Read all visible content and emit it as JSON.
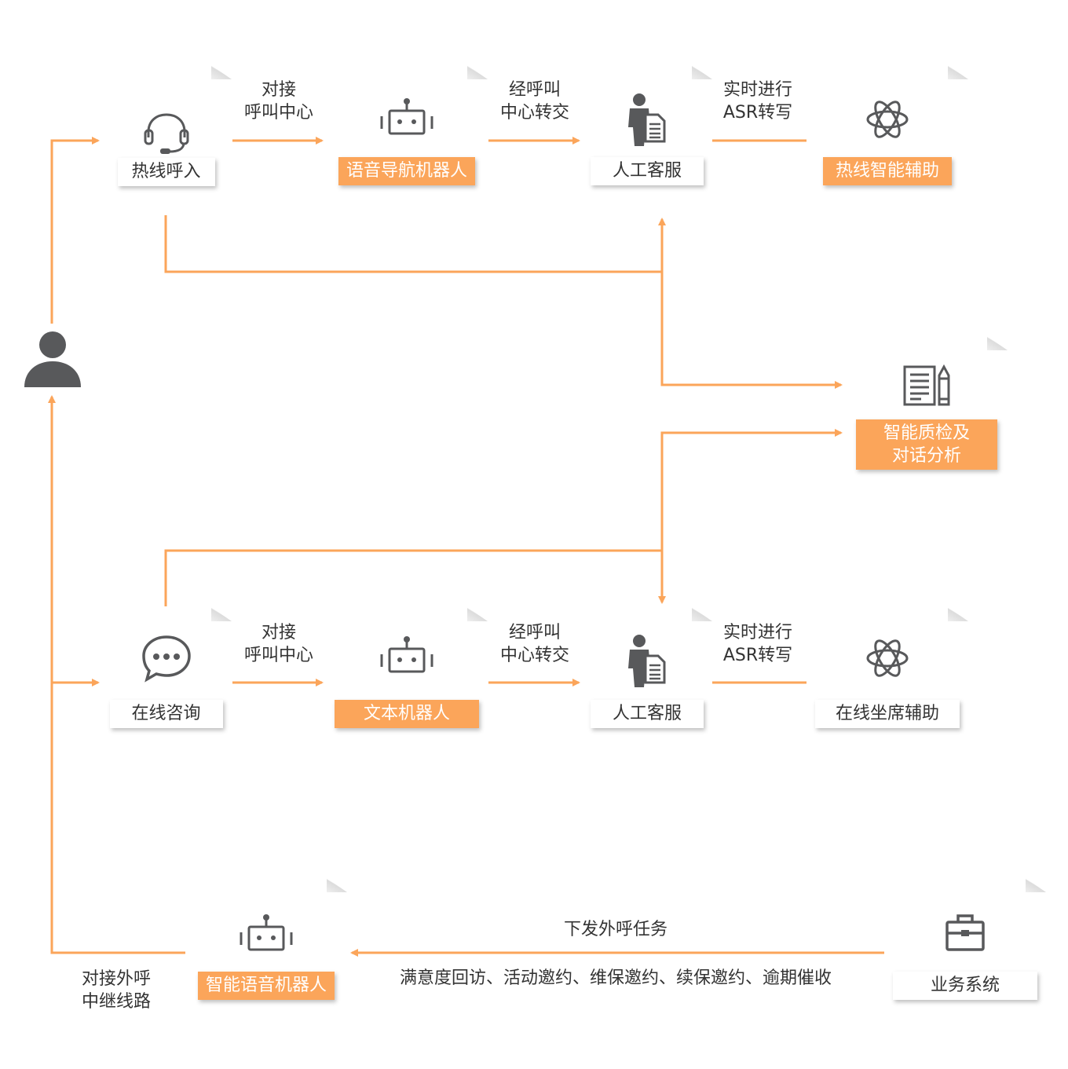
{
  "hotline_row": {
    "hotline_in": "热线呼入",
    "voice_nav_robot": "语音导航机器人",
    "agent": "人工客服",
    "hotline_assist": "热线智能辅助",
    "edge1": [
      "对接",
      "呼叫中心"
    ],
    "edge2": [
      "经呼叫",
      "中心转交"
    ],
    "edge3": [
      "实时进行",
      "ASR转写"
    ]
  },
  "quality": {
    "label_line1": "智能质检及",
    "label_line2": "对话分析"
  },
  "online_row": {
    "online_consult": "在线咨询",
    "text_robot": "文本机器人",
    "agent": "人工客服",
    "seat_assist": "在线坐席辅助",
    "edge1": [
      "对接",
      "呼叫中心"
    ],
    "edge2": [
      "经呼叫",
      "中心转交"
    ],
    "edge3": [
      "实时进行",
      "ASR转写"
    ]
  },
  "outbound_row": {
    "voice_robot": "智能语音机器人",
    "business_system": "业务系统",
    "task_label": "下发外呼任务",
    "task_types": "满意度回访、活动邀约、维保邀约、续保邀约、逾期催收",
    "trunk_label": [
      "对接外呼",
      "中继线路"
    ]
  },
  "colors": {
    "accent": "#fba55a",
    "icon_gray": "#58595b",
    "text": "#333333"
  },
  "icons": [
    "user-icon",
    "headset-icon",
    "robot-icon",
    "agent-document-icon",
    "atom-icon",
    "report-pencil-icon",
    "chat-bubble-icon",
    "briefcase-icon"
  ]
}
